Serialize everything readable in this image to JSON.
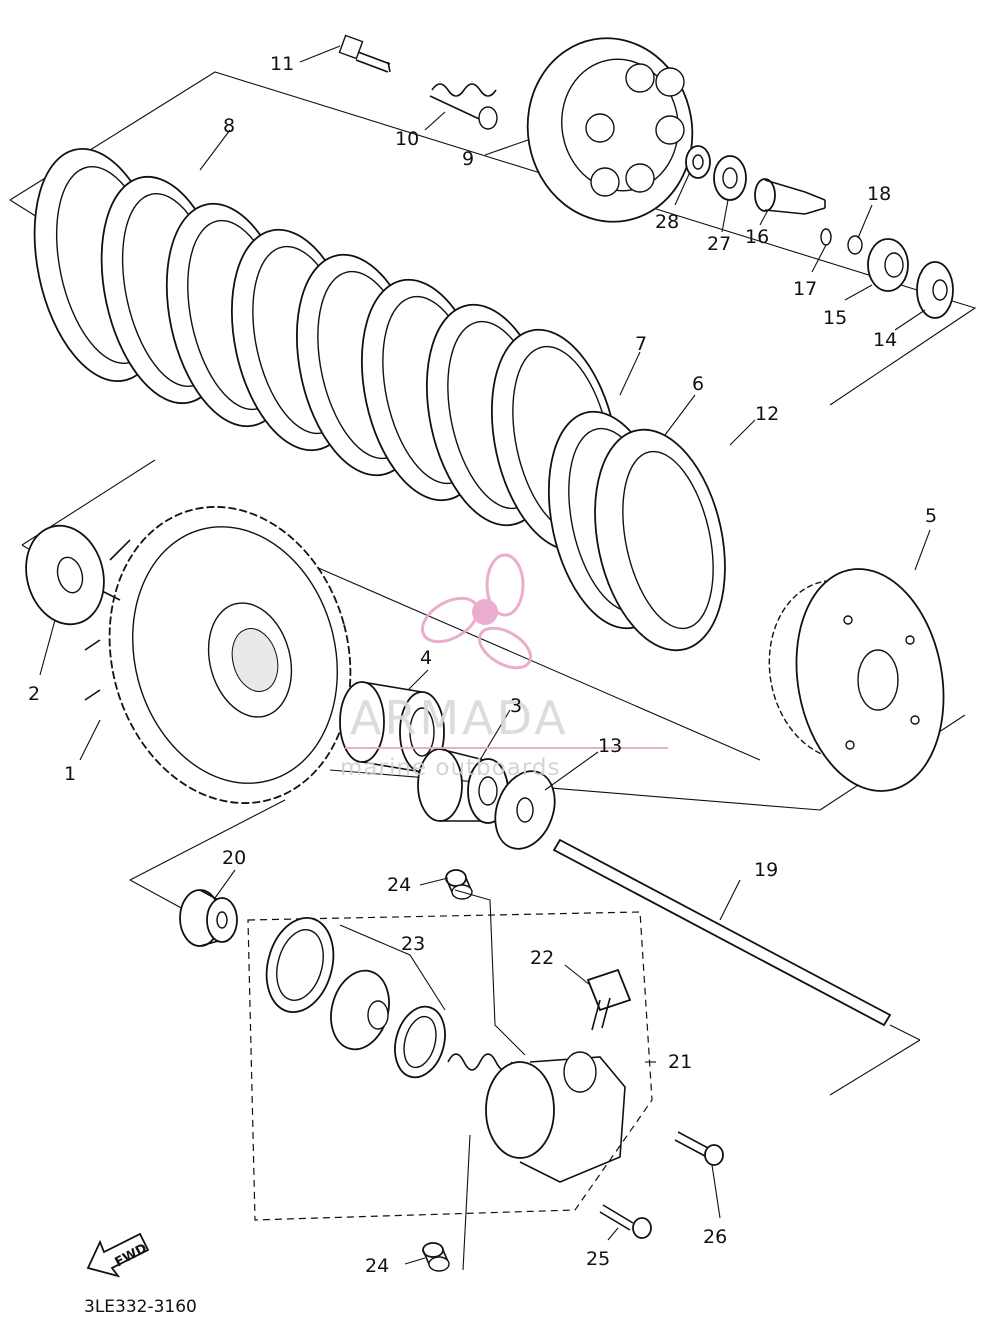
{
  "diagram_code": "3LE332-3160",
  "fwd_label": "FWD",
  "watermark": {
    "brand": "ARMADA",
    "tagline": "marine outboards",
    "logo_color": "#e8a5c8"
  },
  "callouts": {
    "p1": "1",
    "p2": "2",
    "p3": "3",
    "p4": "4",
    "p5": "5",
    "p6": "6",
    "p7": "7",
    "p8": "8",
    "p9": "9",
    "p10": "10",
    "p11": "11",
    "p12": "12",
    "p13": "13",
    "p14": "14",
    "p15": "15",
    "p16": "16",
    "p17": "17",
    "p18": "18",
    "p19": "19",
    "p20": "20",
    "p21": "21",
    "p22": "22",
    "p23": "23",
    "p24a": "24",
    "p24b": "24",
    "p25": "25",
    "p26": "26",
    "p27": "27",
    "p28": "28"
  }
}
